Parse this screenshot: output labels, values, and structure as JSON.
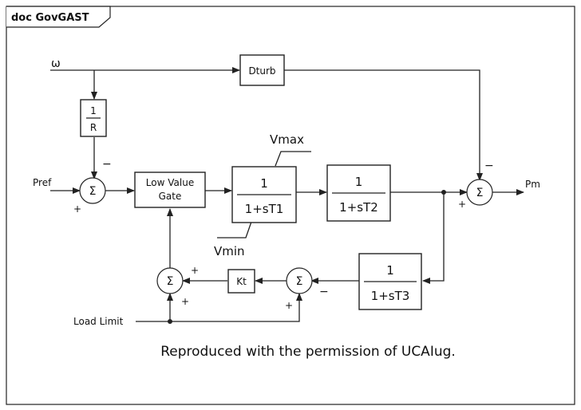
{
  "frame": {
    "title": "doc GovGAST"
  },
  "signals": {
    "omega": "ω",
    "pref": "Pref",
    "pm": "Pm",
    "load_limit": "Load Limit",
    "vmax": "Vmax",
    "vmin": "Vmin"
  },
  "blocks": {
    "dturb": "Dturb",
    "droop_num": "1",
    "droop_den": "R",
    "low_value_gate_line1": "Low Value",
    "low_value_gate_line2": "Gate",
    "t1_num": "1",
    "t1_den": "1+sT1",
    "t2_num": "1",
    "t2_den": "1+sT2",
    "t3_num": "1",
    "t3_den": "1+sT3",
    "kt": "Kt"
  },
  "sum_symbol": "Σ",
  "signs": {
    "minus": "−",
    "plus": "+"
  },
  "caption": "Reproduced with the permission of UCAIug."
}
